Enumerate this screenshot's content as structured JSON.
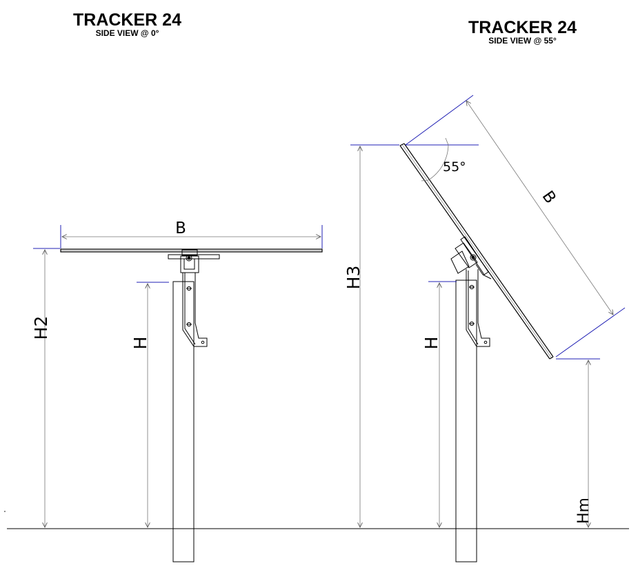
{
  "left_view": {
    "title": "TRACKER 24",
    "subtitle": "SIDE VIEW @ 0°",
    "dims": {
      "width": "B",
      "panel_height": "H2",
      "pivot_height": "H"
    }
  },
  "right_view": {
    "title": "TRACKER 24",
    "subtitle": "SIDE VIEW @ 55°",
    "angle": "55°",
    "dims": {
      "width": "B",
      "top_height": "H3",
      "pivot_height": "H",
      "min_height": "Hm"
    }
  },
  "colors": {
    "line": "#000000",
    "dimension": "#777777",
    "extension": "#1f1fb4"
  }
}
